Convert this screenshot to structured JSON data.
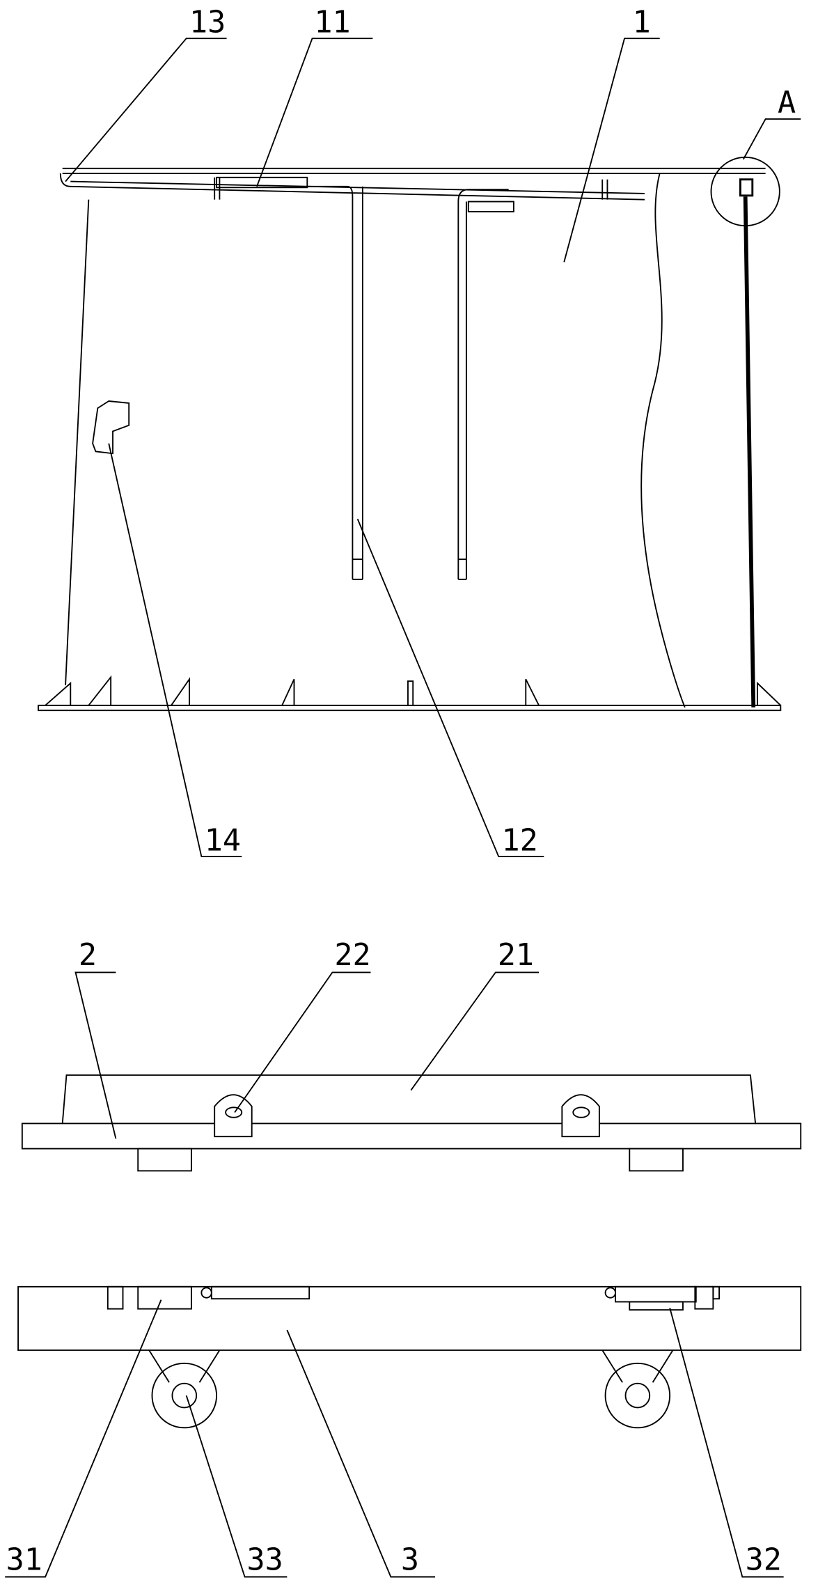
{
  "figure": {
    "top_view_labels": {
      "l13": "13",
      "l11": "11",
      "l1": "1",
      "lA": "A",
      "l14": "14",
      "l12": "12"
    },
    "middle_view_labels": {
      "l2": "2",
      "l22": "22",
      "l21": "21"
    },
    "bottom_view_labels": {
      "l31": "31",
      "l33": "33",
      "l3": "3",
      "l32": "32"
    }
  }
}
